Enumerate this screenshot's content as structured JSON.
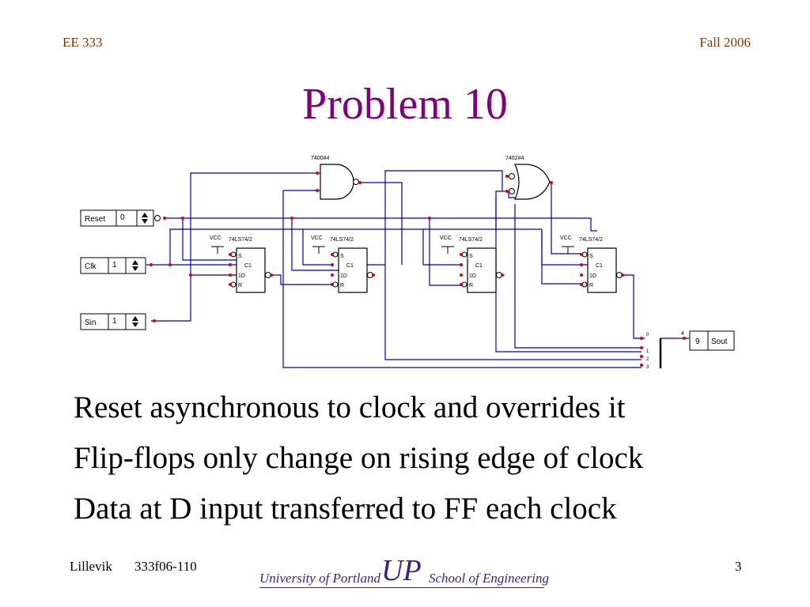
{
  "header": {
    "course": "EE 333",
    "term": "Fall 2006"
  },
  "title": "Problem 10",
  "circuit": {
    "gates": [
      {
        "label": "7400#4"
      },
      {
        "label": "7402#4"
      }
    ],
    "flip_flops": [
      {
        "label": "74LS74/2"
      },
      {
        "label": "74LS74/2"
      },
      {
        "label": "74LS74/2"
      },
      {
        "label": "74LS74/2"
      }
    ],
    "vcc_label": "VCC",
    "pin_labels": {
      "s": "S",
      "c": "C1",
      "d": "1D",
      "r": "R"
    },
    "inputs": [
      {
        "name": "Reset",
        "value": "0"
      },
      {
        "name": "Clk",
        "value": "1"
      },
      {
        "name": "Sin",
        "value": "1"
      }
    ],
    "bus_labels": [
      "0",
      "1",
      "2",
      "3"
    ],
    "bus_width": "4",
    "output": {
      "value": "9",
      "name": "Sout"
    },
    "colors": {
      "wire": "#0000b0",
      "node": "#e00000",
      "device": "#000000"
    }
  },
  "bullets": [
    "Reset asynchronous to clock and overrides it",
    "Flip-flops only change on rising edge of clock",
    "Data at D input transferred to FF each clock"
  ],
  "footer": {
    "author": "Lillevik",
    "doc_id": "333f06-110",
    "page": "3",
    "university": "University of Portland",
    "school": "School of Engineering",
    "logo": "UP"
  }
}
